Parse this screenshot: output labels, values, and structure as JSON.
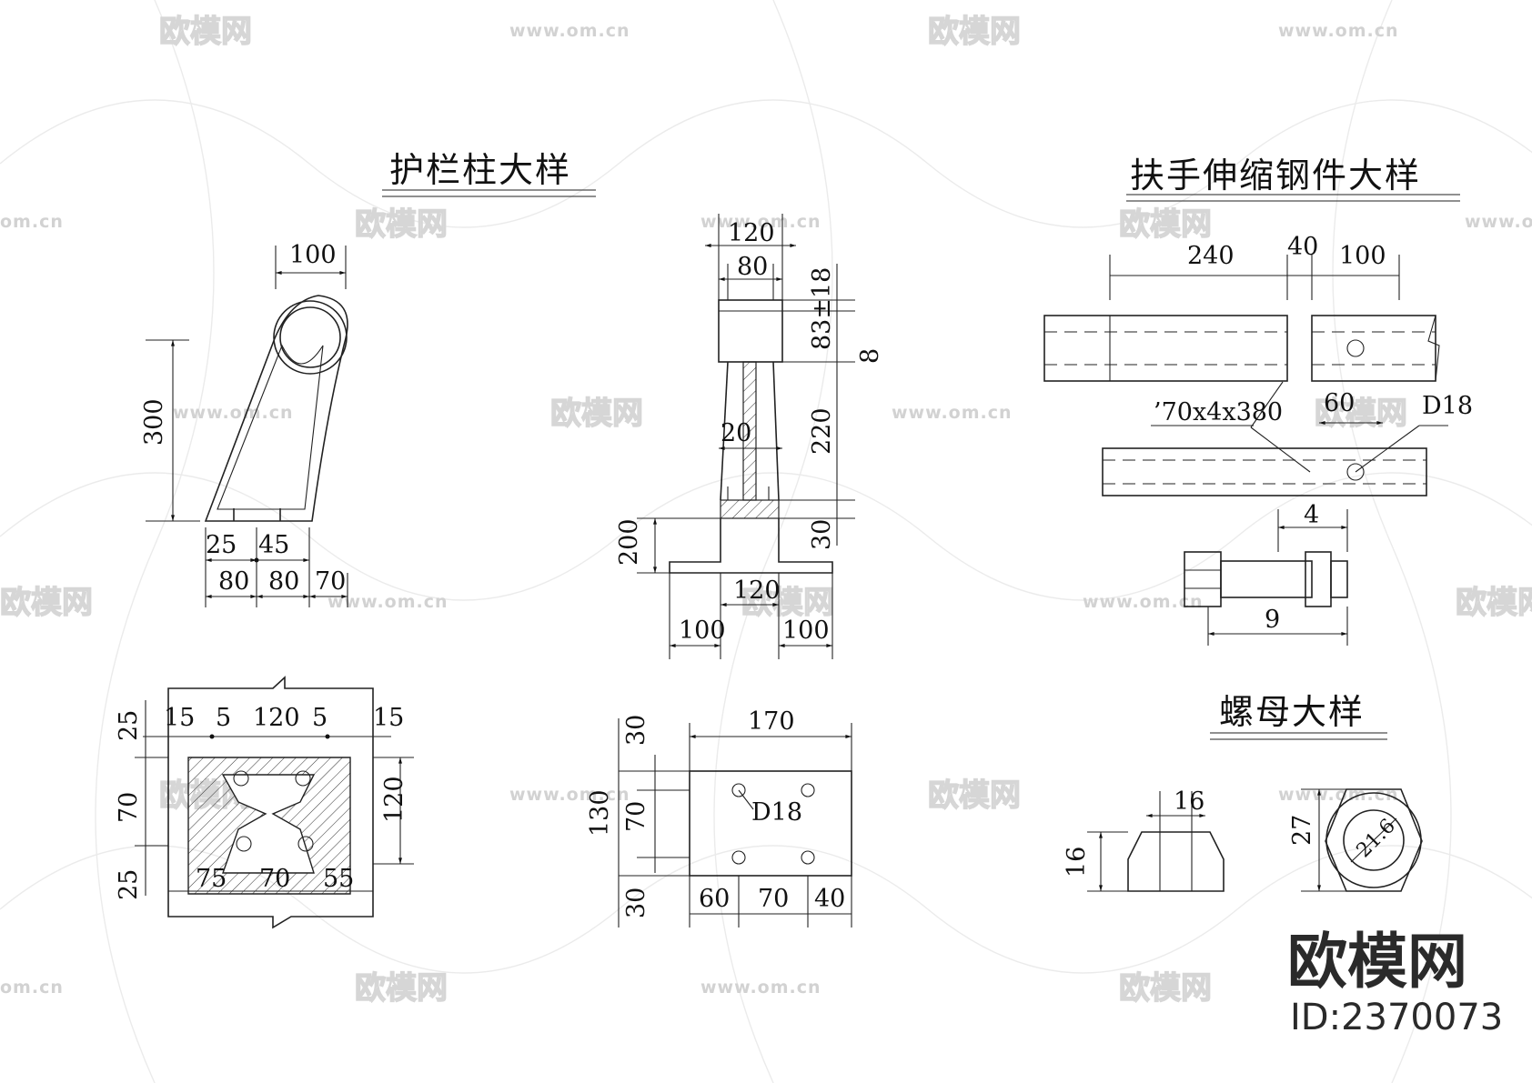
{
  "titles": {
    "railing_post": "护栏柱大样",
    "handrail_steel": "扶手伸缩钢件大样",
    "nut": "螺母大样"
  },
  "railing_post_elevation": {
    "top_width": "100",
    "height": "300",
    "bottom_left": "25",
    "bottom_mid": "45",
    "base_a": "80",
    "base_b": "80",
    "base_c": "70"
  },
  "railing_post_section": {
    "top_a": "15",
    "top_b": "5",
    "top_c": "120",
    "top_d": "5",
    "top_e": "15",
    "left_top": "25",
    "left_mid": "70",
    "left_bottom": "25",
    "right": "120",
    "bottom_a": "75",
    "bottom_b": "70",
    "bottom_c": "55"
  },
  "post_side": {
    "top_outer": "120",
    "top_inner": "80",
    "right_top": "83±18",
    "right_gap": "8",
    "web": "20",
    "right_mid": "220",
    "right_low": "30",
    "left_base": "200",
    "base_width": "120",
    "base_left": "100",
    "base_right": "100"
  },
  "base_plate": {
    "width": "170",
    "left_top": "30",
    "left_total": "130",
    "left_inner": "70",
    "left_bottom": "30",
    "hole": "D18",
    "bottom_a": "60",
    "bottom_b": "70",
    "bottom_c": "40"
  },
  "handrail": {
    "len_a": "240",
    "len_b": "40",
    "len_c": "100",
    "tube_label": "’70x4x380",
    "hole_offset": "60",
    "hole": "D18",
    "bolt_head": "4",
    "bolt_len": "9"
  },
  "nut": {
    "width": "16",
    "height": "16",
    "across": "27",
    "label": "21.6"
  },
  "brand": {
    "logo": "欧模网",
    "id": "ID:2370073",
    "watermark_text": "欧模网",
    "watermark_url": "www.om.cn",
    "watermark_url_short": "om.cn"
  }
}
